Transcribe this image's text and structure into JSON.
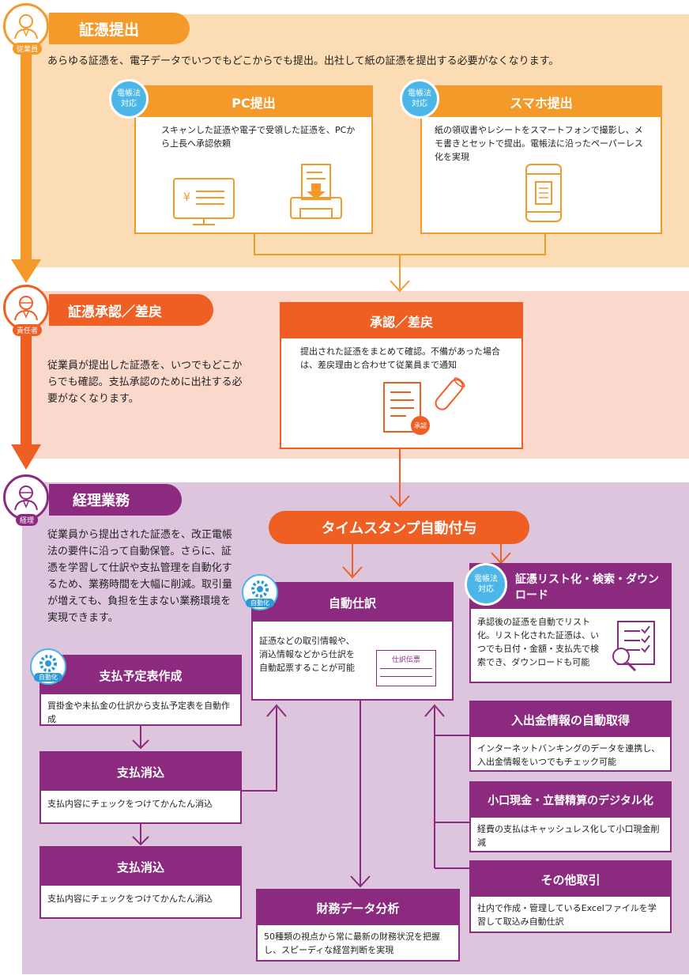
{
  "colors": {
    "orange": "#F39A2A",
    "orange_bg": "#FCDCB4",
    "red": "#EF5E23",
    "red_bg": "#FAD8CC",
    "purple": "#8B2A7E",
    "purple_bg": "#DEC5DE",
    "blue": "#2C9AD6",
    "blue_badge": "#4CB6E8"
  },
  "section1": {
    "title": "証憑提出",
    "role": "従業員",
    "description": "あらゆる証憑を、電子データでいつでもどこからでも提出。出社して紙の証憑を提出する必要がなくなります。",
    "pc": {
      "title": "PC提出",
      "badge": "電帳法\n対応",
      "body": "スキャンした証憑や電子で受領した証憑を、PCから上長へ承認依頼"
    },
    "phone": {
      "title": "スマホ提出",
      "badge": "電帳法\n対応",
      "body": "紙の領収書やレシートをスマートフォンで撮影し、メモ書きとセットで提出。電帳法に沿ったペーパーレス化を実現"
    }
  },
  "section2": {
    "title": "証憑承認／差戻",
    "role": "責任者",
    "description": "従業員が提出した証憑を、いつでもどこからでも確認。支払承認のために出社する必要がなくなります。",
    "card": {
      "title": "承認／差戻",
      "body": "提出された証憑をまとめて確認。不備があった場合は、差戻理由と合わせて従業員まで通知",
      "stamp": "承認"
    }
  },
  "section3": {
    "title": "経理業務",
    "role": "経理",
    "description": "従業員から提出された証憑を、改正電帳法の要件に沿って自動保管。さらに、証憑を学習して仕訳や支払管理を自動化するため、業務時間を大幅に削減。取引量が増えても、負担を生まない業務環境を実現できます。",
    "timestamp": "タイムスタンプ自動付与",
    "journal": {
      "title": "自動仕訳",
      "badge": "自動化",
      "body": "証憑などの取引情報や、消込情報などから仕訳を自動起票することが可能",
      "doc_label": "仕訳伝票"
    },
    "list": {
      "title": "証憑リスト化・検索・ダウンロード",
      "badge": "電帳法\n対応",
      "body": "承認後の証憑を自動でリスト化。リスト化された証憑は、いつでも日付・金額・支払先で検索でき、ダウンロードも可能"
    },
    "schedule": {
      "title": "支払予定表作成",
      "badge": "自動化",
      "body": "買掛金や未払金の仕訳から支払予定表を自動作成"
    },
    "clear1": {
      "title": "支払消込",
      "body": "支払内容にチェックをつけてかんたん消込"
    },
    "clear2": {
      "title": "支払消込",
      "body": "支払内容にチェックをつけてかんたん消込"
    },
    "bank": {
      "title": "入出金情報の自動取得",
      "body": "インターネットバンキングのデータを連携し、入出金情報をいつでもチェック可能"
    },
    "petty": {
      "title": "小口現金・立替精算のデジタル化",
      "body": "経費の支払はキャッシュレス化して小口現金削減"
    },
    "other": {
      "title": "その他取引",
      "body": "社内で作成・管理しているExcelファイルを学習して取込み自動仕訳"
    },
    "analysis": {
      "title": "財務データ分析",
      "body": "50種類の視点から常に最新の財務状況を把握し、スピーディな経営判断を実現"
    }
  }
}
